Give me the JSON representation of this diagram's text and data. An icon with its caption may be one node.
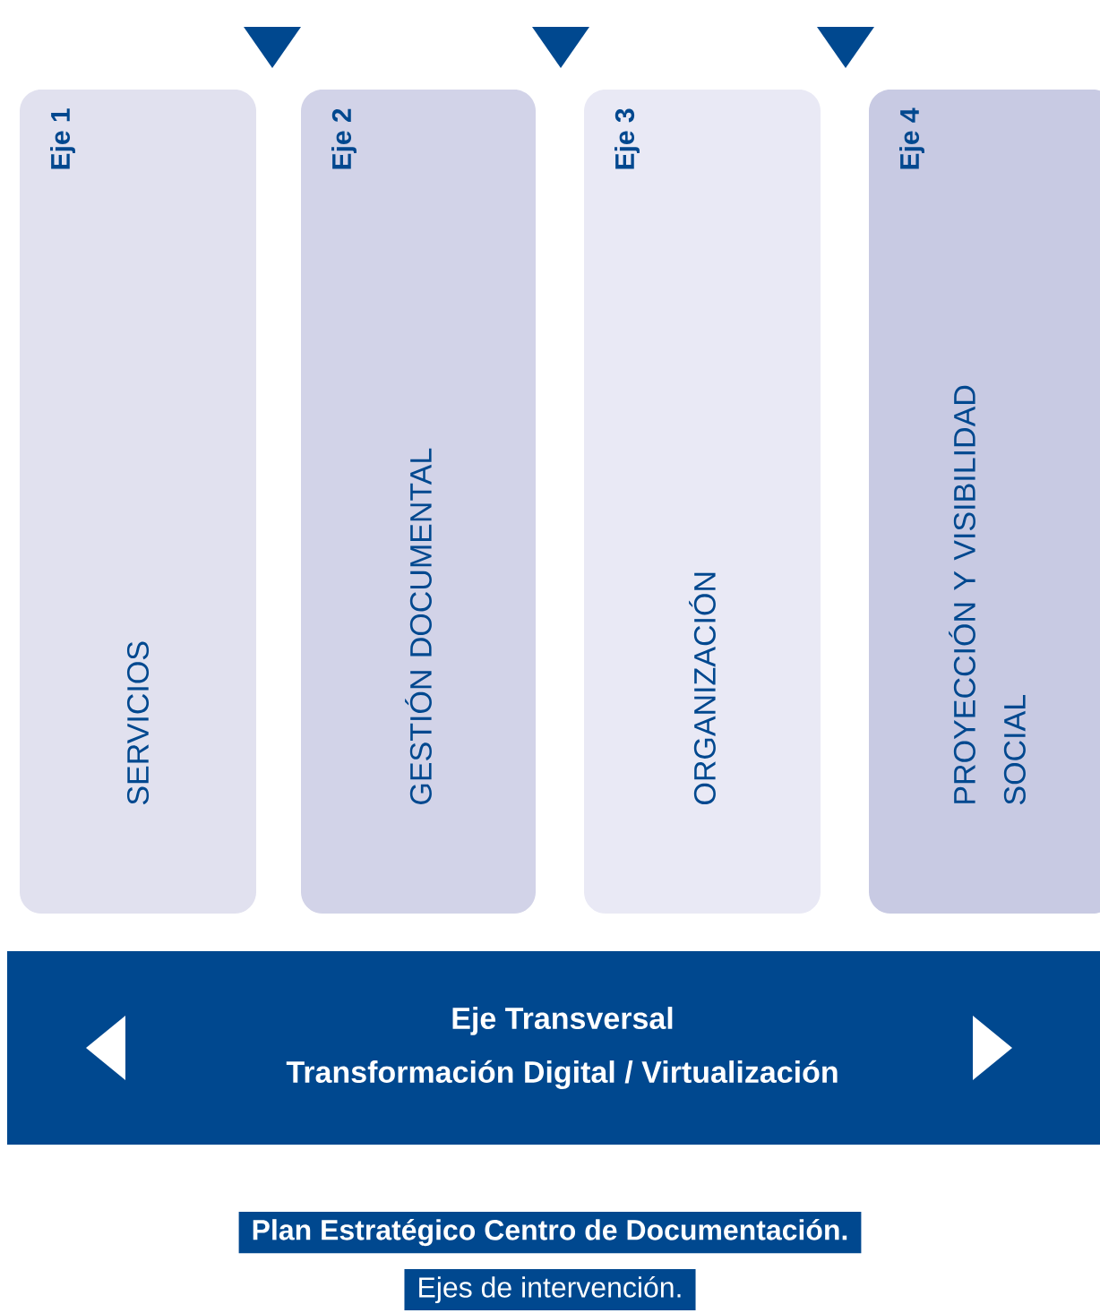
{
  "diagram": {
    "nodes": [
      {
        "text": [
          "Eje 1",
          "SERVICIOS"
        ]
      },
      {
        "text": [
          "Eje 2",
          "GESTIÓN DOCUMENTAL"
        ]
      },
      {
        "text": [
          "Eje 3",
          "ORGANIZACIÓN"
        ]
      },
      {
        "text": [
          "Eje 4",
          "PROYECCIÓN Y VISIBILIDAD SOCIAL"
        ]
      },
      {
        "text": [
          "Eje Transversal",
          "Transformación Digital / Virtualización"
        ]
      }
    ],
    "edges": [],
    "labels": [
      "Plan Estratégico Centro de Documentación.",
      "Ejes de intervención."
    ]
  }
}
